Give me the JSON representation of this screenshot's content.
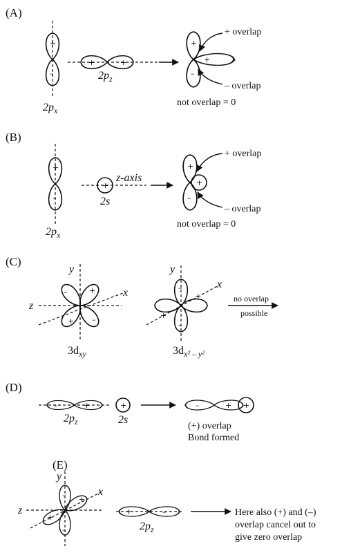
{
  "sections": {
    "a": {
      "tag": "(A)",
      "orbital1": "2p",
      "orbital1_sub": "x",
      "orbital2": "2p",
      "orbital2_sub": "z",
      "plus_overlap": "+ overlap",
      "minus_overlap": "– overlap",
      "net": "not overlap = 0"
    },
    "b": {
      "tag": "(B)",
      "orbital1": "2p",
      "orbital1_sub": "x",
      "orbital2": "2s",
      "axis": "z-axis",
      "plus_overlap": "+ overlap",
      "minus_overlap": "– overlap",
      "net": "not overlap = 0"
    },
    "c": {
      "tag": "(C)",
      "orbital1": "3d",
      "orbital1_sub": "xy",
      "orbital2": "3d",
      "orbital2_sub": "x² – y²",
      "no_overlap_1": "no overlap",
      "no_overlap_2": "possible",
      "y": "y",
      "x": "x",
      "z": "z"
    },
    "d": {
      "tag": "(D)",
      "orbital1": "2p",
      "orbital1_sub": "z",
      "orbital2": "2s",
      "result_1": "(+) overlap",
      "result_2": "Bond formed"
    },
    "e": {
      "tag": "(E)",
      "orbital2": "2p",
      "orbital2_sub": "z",
      "note_1": "Here also (+) and (–)",
      "note_2": "overlap cancel out to",
      "note_3": "give zero overlap",
      "y": "y",
      "x": "x",
      "z": "z"
    }
  },
  "signs": {
    "plus": "+",
    "minus": "–"
  }
}
